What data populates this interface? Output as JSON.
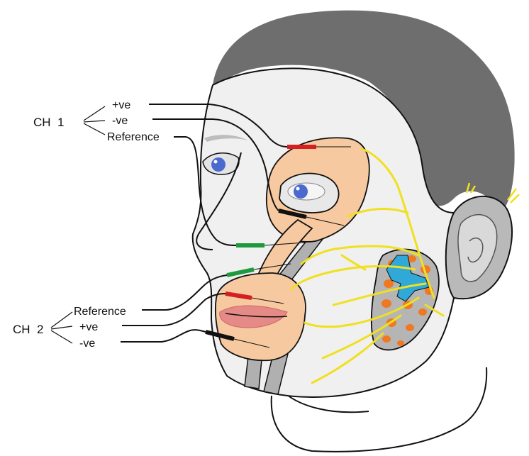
{
  "ch1": {
    "label": "CH  1",
    "positive": "+ve",
    "negative": "-ve",
    "reference": "Reference"
  },
  "ch2": {
    "label": "CH  2",
    "reference": "Reference",
    "positive": "+ve",
    "negative": "-ve"
  },
  "colors": {
    "skin": "#f0f0f0",
    "hair": "#6e6e6e",
    "muscle": "#f7c9a0",
    "nerve": "#f0e020",
    "parotid_duct": "#30a8d8",
    "gland_lobules": "#f07820",
    "electrode_red": "#d42020",
    "electrode_green": "#1e9a3c",
    "electrode_black": "#111111",
    "eye_iris": "#4a6ad0",
    "lips": "#e58a86"
  }
}
